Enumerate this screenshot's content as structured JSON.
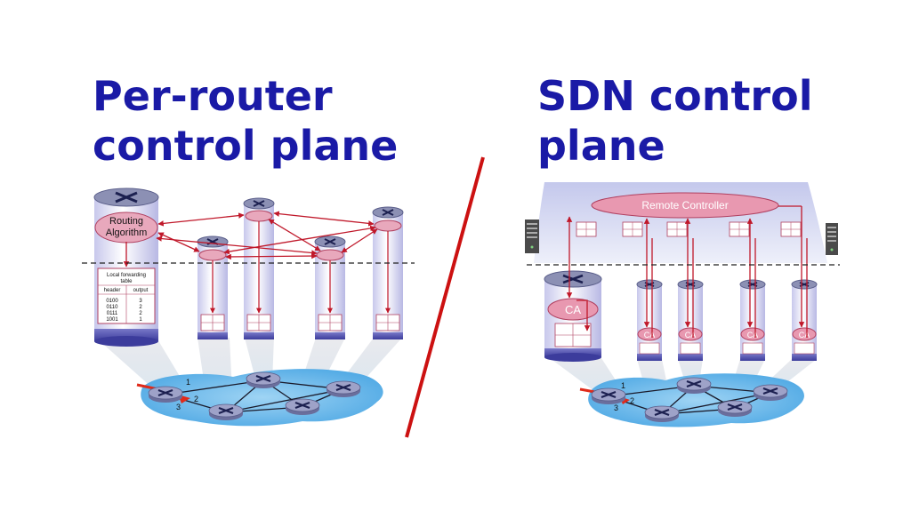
{
  "left": {
    "title_line1": "Per-router",
    "title_line2": "control plane",
    "routing_algorithm_line1": "Routing",
    "routing_algorithm_line2": "Algorithm",
    "table_title_line1": "Local forwarding",
    "table_title_line2": "table",
    "table_headers": [
      "header",
      "output"
    ],
    "table_rows": [
      [
        "0100",
        "3"
      ],
      [
        "0110",
        "2"
      ],
      [
        "0111",
        "2"
      ],
      [
        "1001",
        "1"
      ]
    ],
    "port_labels": [
      "1",
      "2",
      "3"
    ]
  },
  "right": {
    "title_line1": "SDN control",
    "title_line2": "plane",
    "controller_label": "Remote Controller",
    "agent_label": "CA",
    "port_labels": [
      "1",
      "2",
      "3"
    ]
  },
  "colors": {
    "title": "#1a1aa6",
    "divider": "#cc1111",
    "arrow": "#c0182a",
    "router_top": "#8c90b4",
    "cloud": "#5aaee6",
    "pink": "#e898b0"
  }
}
